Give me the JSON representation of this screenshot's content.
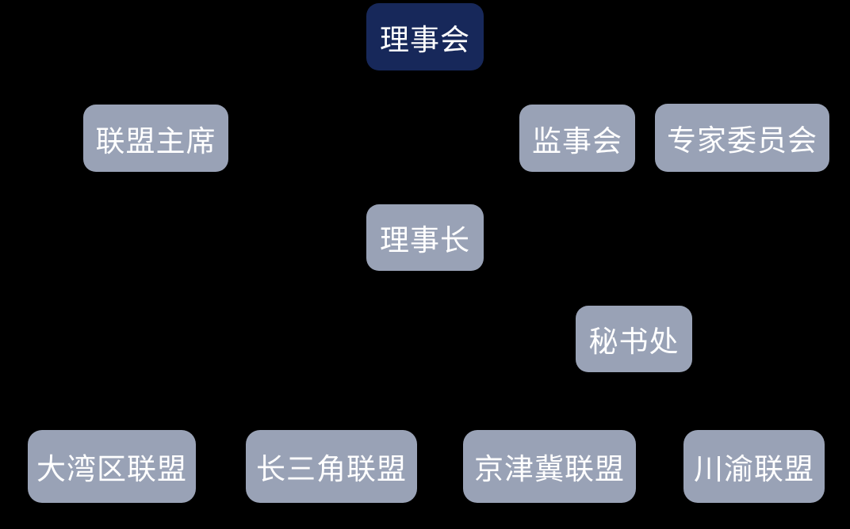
{
  "diagram": {
    "type": "org-chart",
    "background": "#000000",
    "colors": {
      "primary_node_bg": "#17285a",
      "secondary_node_bg": "#99a2b6",
      "node_text": "#ffffff"
    },
    "nodes": [
      {
        "id": "council",
        "label": "理事会",
        "level": 1,
        "style": "primary"
      },
      {
        "id": "alliance-chairman",
        "label": "联盟主席",
        "level": 2,
        "style": "secondary"
      },
      {
        "id": "supervisory-board",
        "label": "监事会",
        "level": 2,
        "style": "secondary"
      },
      {
        "id": "expert-committee",
        "label": "专家委员会",
        "level": 2,
        "style": "secondary"
      },
      {
        "id": "council-chairman",
        "label": "理事长",
        "level": 3,
        "style": "secondary"
      },
      {
        "id": "secretariat",
        "label": "秘书处",
        "level": 4,
        "style": "secondary"
      },
      {
        "id": "greater-bay-area-alliance",
        "label": "大湾区联盟",
        "level": 5,
        "style": "secondary"
      },
      {
        "id": "yangtze-river-delta-alliance",
        "label": "长三角联盟",
        "level": 5,
        "style": "secondary"
      },
      {
        "id": "beijing-tianjin-hebei-alliance",
        "label": "京津冀联盟",
        "level": 5,
        "style": "secondary"
      },
      {
        "id": "sichuan-chongqing-alliance",
        "label": "川渝联盟",
        "level": 5,
        "style": "secondary"
      }
    ]
  }
}
